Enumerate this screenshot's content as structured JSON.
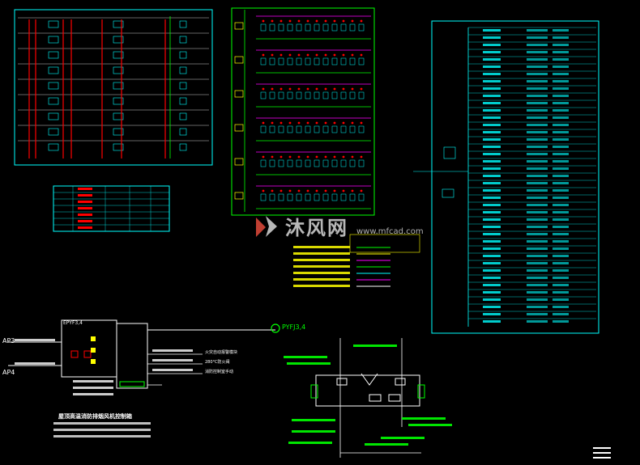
{
  "watermark": {
    "name": "沐风网",
    "url": "www.mfcad.com"
  },
  "labels": {
    "ap3": "AP3",
    "ap4": "AP4",
    "fan_id": "PYFJ3,4",
    "panel_title": "EPYF3,4",
    "bottom_caption": "屋顶高温消防排烟风机控制箱",
    "terminal_1": "火灾自动报警模块",
    "terminal_2": "280°C防火阀",
    "terminal_3": "消防控制室手动"
  },
  "colors": {
    "background": "#000000",
    "cad_green": "#00ff00",
    "cad_red": "#ff0000",
    "cad_yellow": "#ffff00",
    "cad_cyan": "#00ffff",
    "cad_magenta": "#ff00ff",
    "cad_white": "#ffffff"
  },
  "icons": {
    "watermark_logo": "mfcad-logo-icon",
    "menu": "menu-icon"
  }
}
